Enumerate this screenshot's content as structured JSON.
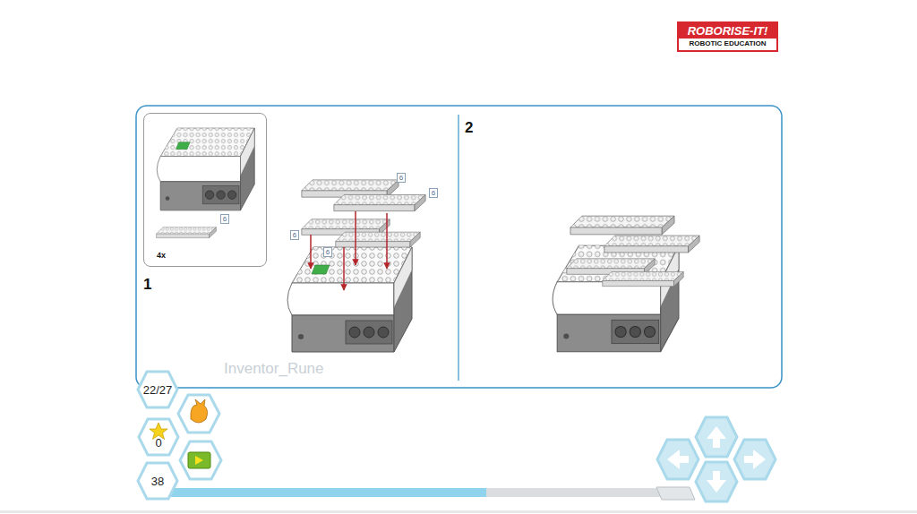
{
  "diagram": {
    "nodes": [
      {
        "text": [
          "ROBORISE-IT!",
          "ROBOTIC EDUCATION"
        ]
      },
      {
        "text": [
          "4x"
        ]
      },
      {
        "text": [
          "6"
        ],
        "in": 1
      },
      {
        "text": [
          "6"
        ]
      },
      {
        "text": [
          "6"
        ]
      },
      {
        "text": [
          "6"
        ]
      },
      {
        "text": [
          "6"
        ]
      },
      {
        "text": [
          "22/27"
        ]
      },
      {
        "text": [
          "0"
        ]
      },
      {
        "text": [
          "38"
        ]
      }
    ],
    "labels": [
      "1",
      "2",
      "Inventor_Rune"
    ]
  }
}
